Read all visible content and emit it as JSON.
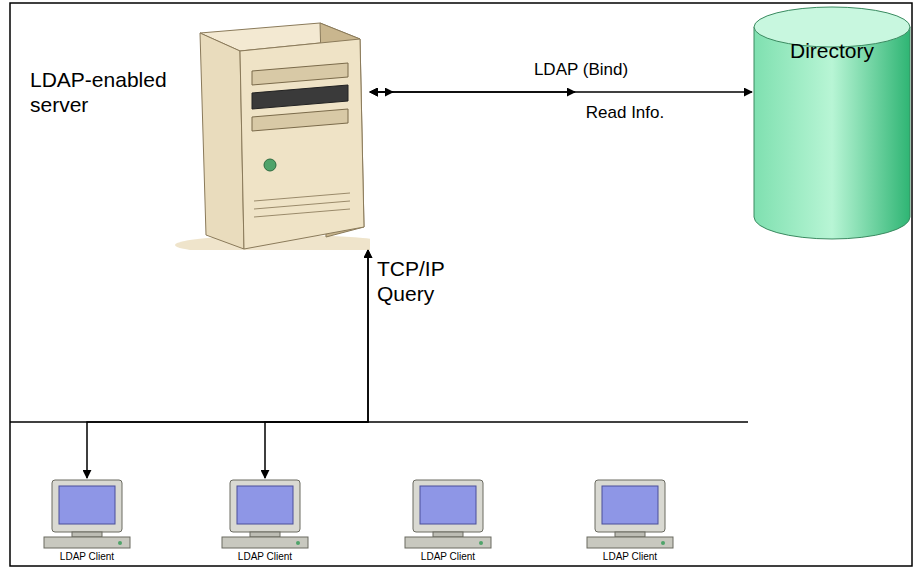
{
  "diagram": {
    "nodes": [
      {
        "text": [
          "LDAP-enabled server"
        ]
      },
      {
        "text": [
          "Directory"
        ]
      },
      {
        "text": [
          "LDAP Client"
        ]
      },
      {
        "text": [
          "LDAP Client"
        ]
      },
      {
        "text": [
          "LDAP Client"
        ]
      },
      {
        "text": [
          "LDAP Client"
        ]
      }
    ],
    "edges": [
      {
        "from": 0,
        "to": 1,
        "label": "LDAP (Bind)",
        "arrow": "both"
      },
      {
        "from": 0,
        "to": 2,
        "arrow": "both"
      },
      {
        "from": 0,
        "to": 3,
        "arrow": "both"
      },
      {
        "from": 0,
        "to": 4,
        "arrow": "both"
      },
      {
        "from": 0,
        "to": 5,
        "arrow": "both"
      }
    ],
    "labels": [
      "Read Info.",
      "TCP/IP Query"
    ]
  }
}
